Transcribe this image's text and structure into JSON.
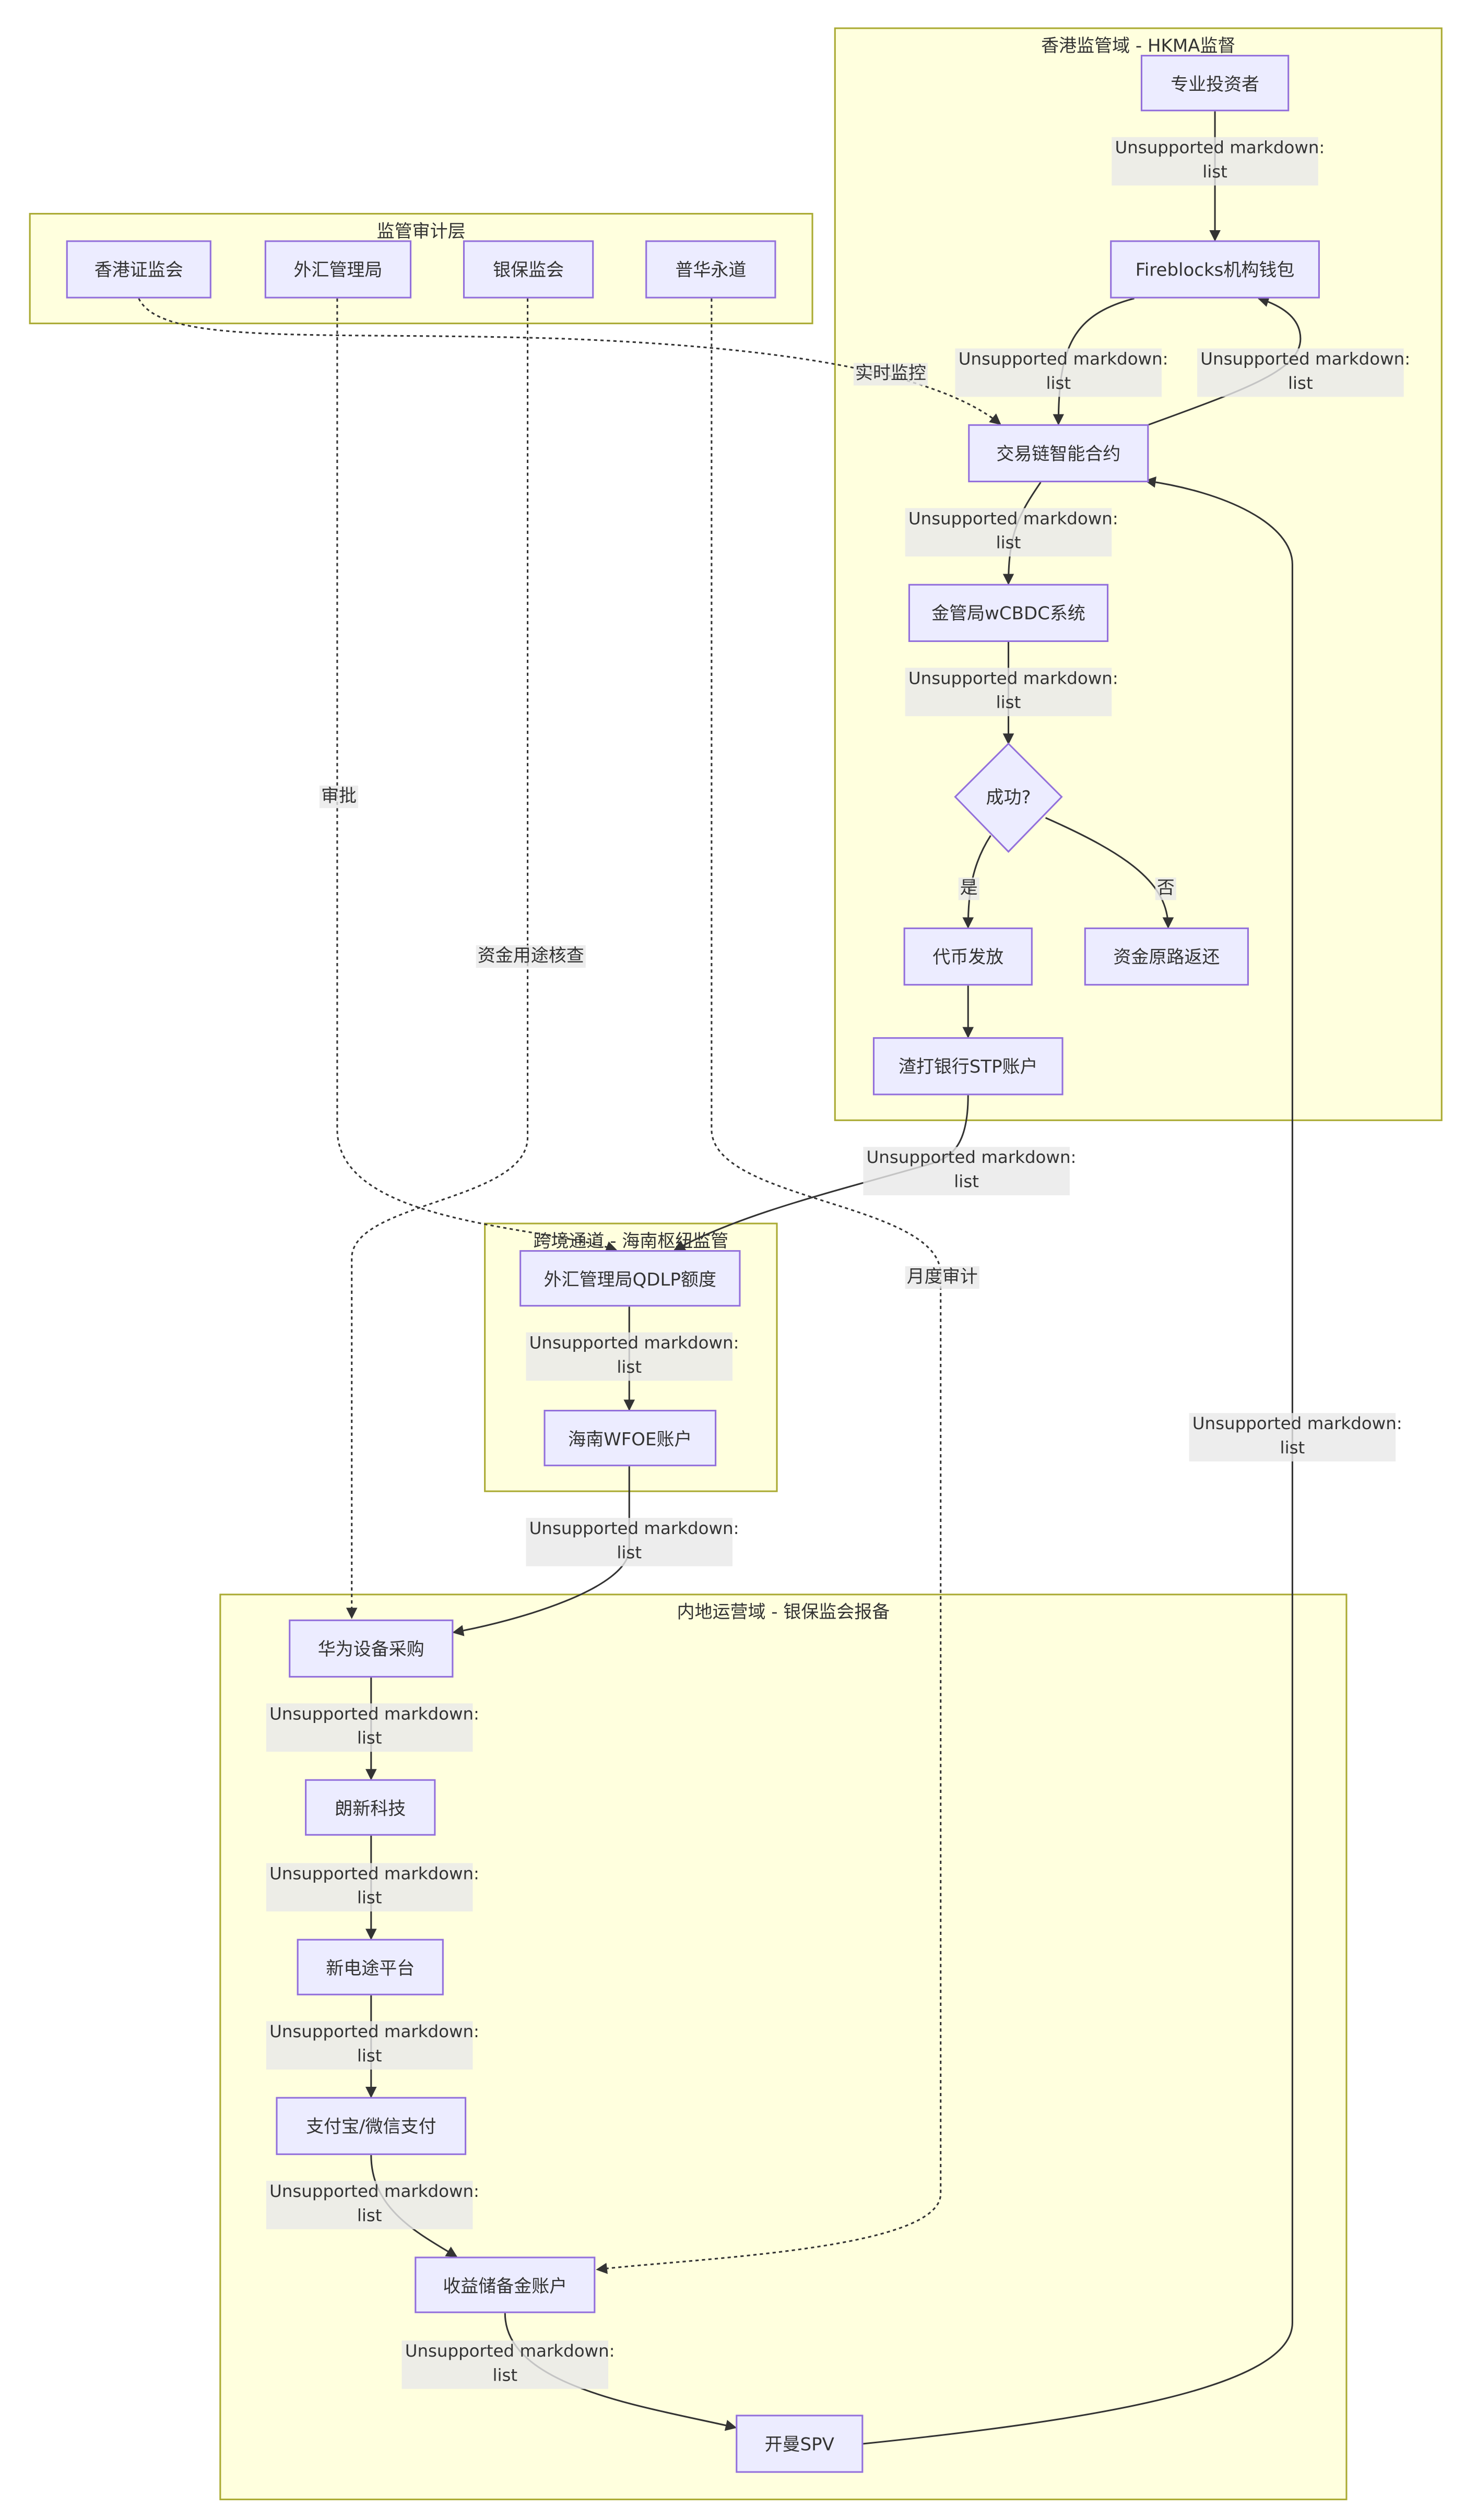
{
  "clusters": {
    "hk": "香港监管域 - HKMA监督",
    "audit": "监管审计层",
    "cross": "跨境通道 - 海南枢纽监管",
    "mainland": "内地运营域 - 银保监会报备"
  },
  "nodes": {
    "investor": "专业投资者",
    "fireblocks": "Fireblocks机构钱包",
    "contract": "交易链智能合约",
    "wcbdc": "金管局wCBDC系统",
    "success": "成功?",
    "token": "代币发放",
    "refund": "资金原路返还",
    "stp": "渣打银行STP账户",
    "sfc": "香港证监会",
    "safe": "外汇管理局",
    "cbirc": "银保监会",
    "pwc": "普华永道",
    "qdlp": "外汇管理局QDLP额度",
    "wfoe": "海南WFOE账户",
    "huawei": "华为设备采购",
    "longshine": "朗新科技",
    "newlink": "新电途平台",
    "alipay": "支付宝/微信支付",
    "reserve": "收益储备金账户",
    "spv": "开曼SPV"
  },
  "edge_labels": {
    "unsupported_line1": "Unsupported markdown:",
    "unsupported_line2": "list",
    "realtime": "实时监控",
    "approval": "审批",
    "funds_check": "资金用途核查",
    "monthly_audit": "月度审计",
    "yes": "是",
    "no": "否"
  },
  "colors": {
    "node_fill": "#ececff",
    "node_border": "#9370db",
    "cluster_fill": "#ffffde",
    "cluster_border": "#aaaa33",
    "edge": "#333333"
  }
}
